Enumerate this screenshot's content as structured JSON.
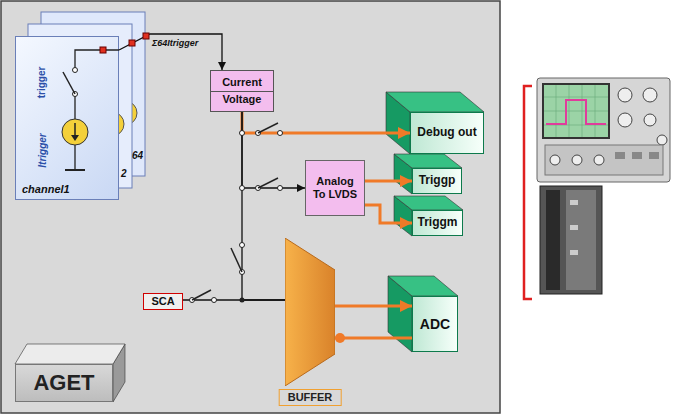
{
  "diagram": {
    "nodes": [
      {
        "text": [
          "channel1"
        ]
      },
      {
        "text": [
          "Current",
          "Voltage"
        ]
      },
      {
        "text": [
          "Debug out"
        ]
      },
      {
        "text": [
          "Analog To LVDS"
        ]
      },
      {
        "text": [
          "Triggp"
        ]
      },
      {
        "text": [
          "Triggm"
        ]
      },
      {
        "text": [
          "SCA"
        ]
      },
      {
        "text": [
          "BUFFER"
        ]
      },
      {
        "text": [
          "ADC"
        ]
      },
      {
        "text": [
          "AGET"
        ]
      }
    ],
    "edges": [
      {
        "from": 0,
        "to": 1,
        "arrow": "to"
      },
      {
        "from": 1,
        "to": 2,
        "arrow": "to"
      },
      {
        "from": 1,
        "to": 3,
        "arrow": "to"
      },
      {
        "from": 3,
        "to": 4,
        "arrow": "to"
      },
      {
        "from": 3,
        "to": 5,
        "arrow": "to"
      },
      {
        "from": 1,
        "to": 7,
        "arrow": "none"
      },
      {
        "from": 6,
        "to": 7,
        "arrow": "none"
      },
      {
        "from": 7,
        "to": 8,
        "arrow": "to"
      },
      {
        "from": 8,
        "to": 7,
        "arrow": "to"
      }
    ],
    "labels": [
      "trigger",
      "Itrigger",
      "2",
      "64",
      "Σ64Itrigger"
    ]
  }
}
